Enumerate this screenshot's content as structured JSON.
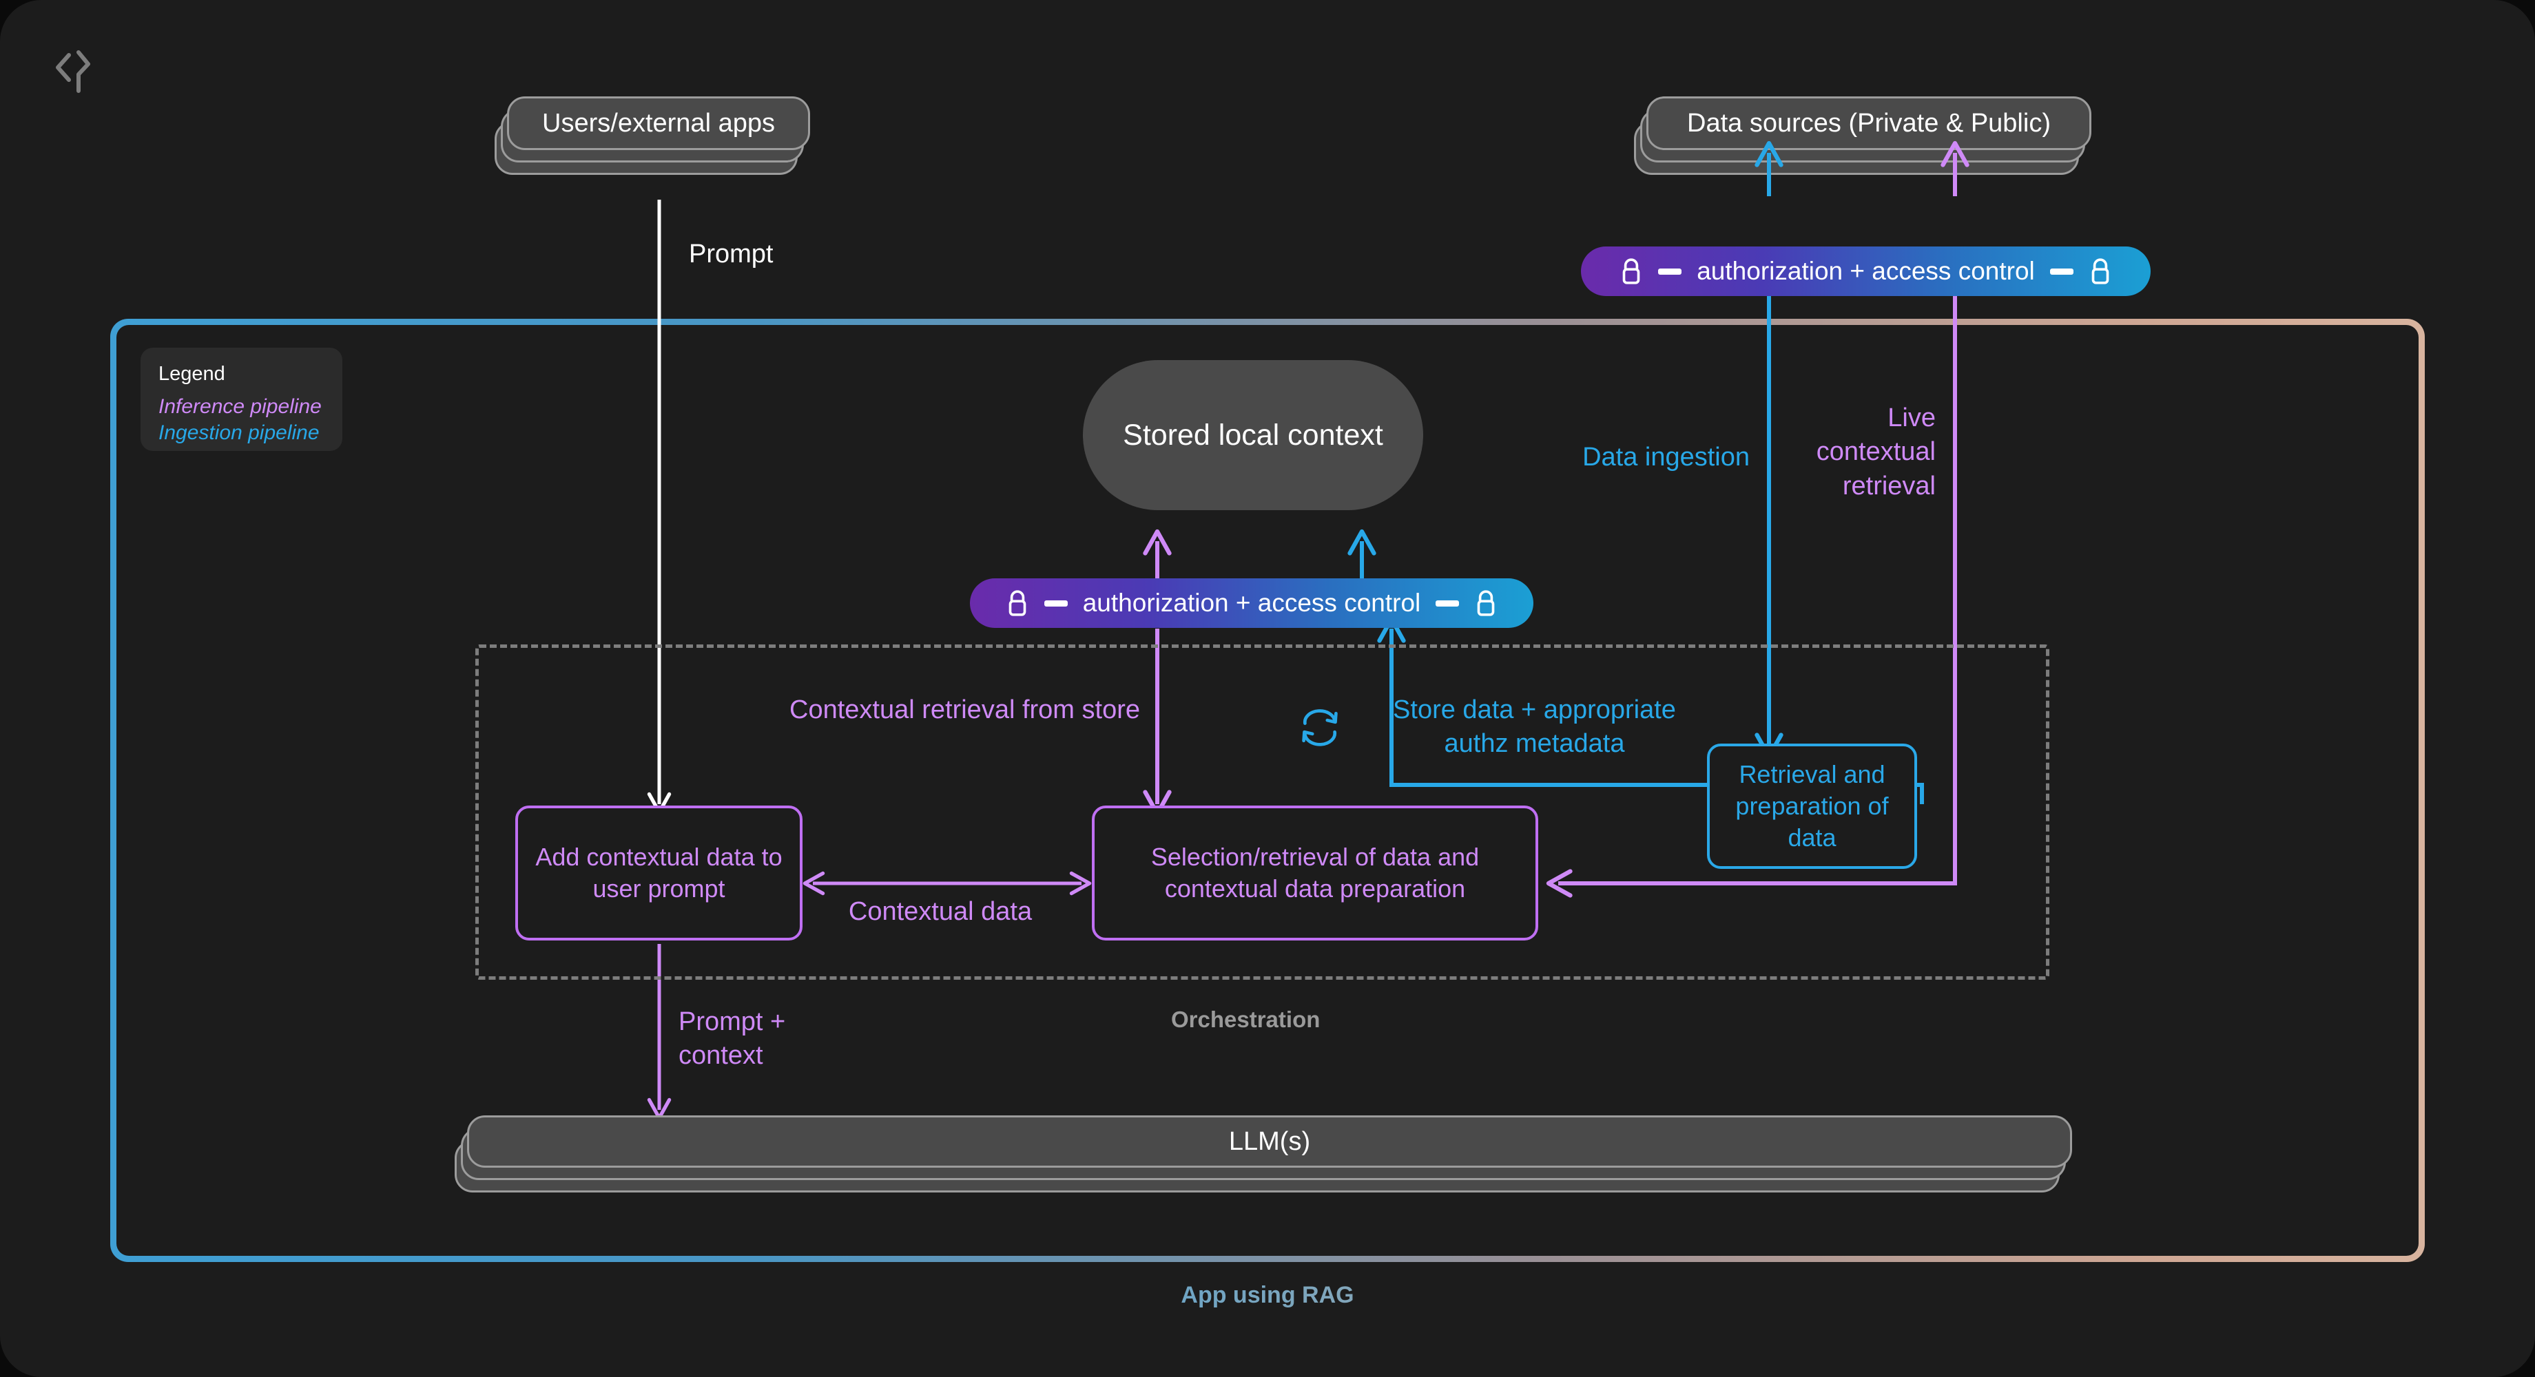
{
  "app": {
    "logo_icon": "code-pen-icon",
    "caption": "App using RAG",
    "frame_gradient_from": "#3f9fd4",
    "frame_gradient_to": "#d8b49f"
  },
  "colors": {
    "inference": "#cf8af7",
    "ingestion": "#28a8e8",
    "neutral": "#9a9a9a",
    "prompt_line": "#ffffff"
  },
  "legend": {
    "title": "Legend",
    "items": [
      {
        "label": "Inference pipeline",
        "color": "#cf8af7"
      },
      {
        "label": "Ingestion pipeline",
        "color": "#28a8e8"
      }
    ]
  },
  "external_nodes": {
    "users": "Users/external apps",
    "data_sources": "Data sources (Private & Public)"
  },
  "auth_badges": {
    "top": {
      "text": "authorization + access control",
      "left_icon": "lock-icon",
      "right_icon": "lock-icon",
      "left_dash": "dash-icon",
      "right_dash": "dash-icon"
    },
    "middle": {
      "text": "authorization + access control",
      "left_icon": "lock-icon",
      "right_icon": "lock-icon",
      "left_dash": "dash-icon",
      "right_dash": "dash-icon"
    }
  },
  "nodes": {
    "stored_local_context": "Stored local context",
    "add_contextual_data": "Add contextual data to user prompt",
    "selection_retrieval": "Selection/retrieval of data and contextual data preparation",
    "retrieval_preparation": "Retrieval and preparation of data",
    "llm": "LLM(s)",
    "orchestration": "Orchestration"
  },
  "edge_labels": {
    "prompt": "Prompt",
    "data_ingestion": "Data ingestion",
    "live_contextual_retrieval": "Live contextual retrieval",
    "contextual_retrieval_from_store": "Contextual retrieval from store",
    "store_data_authz": "Store data + appropriate authz metadata",
    "contextual_data": "Contextual data",
    "prompt_plus_context": "Prompt + context",
    "sync_icon": "refresh-cycle-icon"
  }
}
